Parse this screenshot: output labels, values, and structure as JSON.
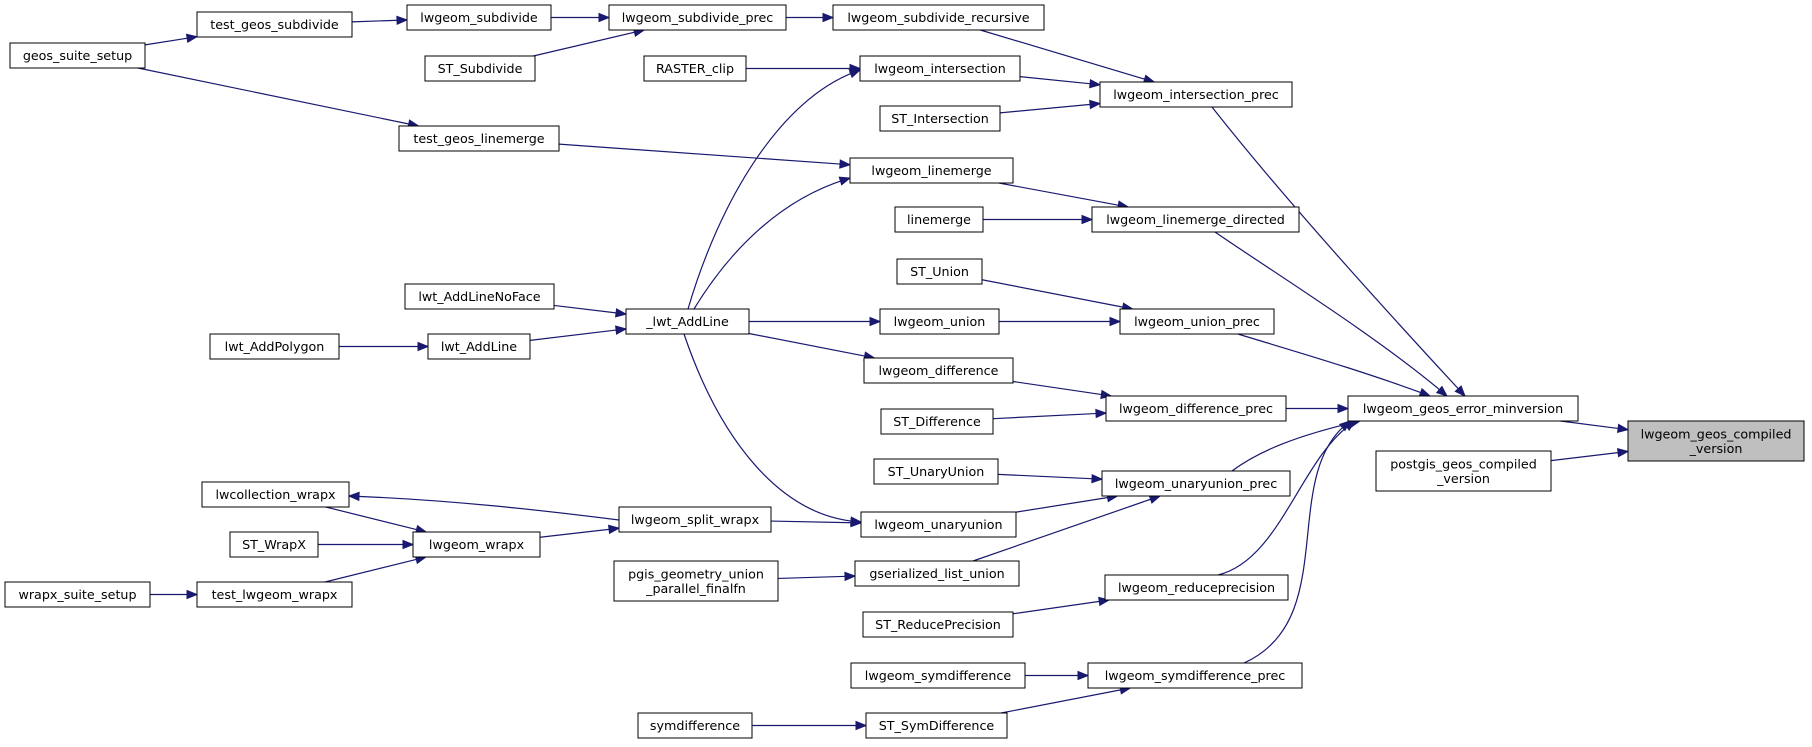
{
  "diagram": {
    "type": "doxygen-caller-graph",
    "edge_color": "#191970",
    "root_fill": "#bfbfbf",
    "nodes": [
      {
        "id": "root",
        "lines": [
          "lwgeom_geos_compiled",
          "_version"
        ],
        "root": true
      },
      {
        "id": "errminv",
        "lines": [
          "lwgeom_geos_error_minversion"
        ]
      },
      {
        "id": "pgcompv",
        "lines": [
          "postgis_geos_compiled",
          "_version"
        ]
      },
      {
        "id": "intprec",
        "lines": [
          "lwgeom_intersection_prec"
        ]
      },
      {
        "id": "lmdir",
        "lines": [
          "lwgeom_linemerge_directed"
        ]
      },
      {
        "id": "unprec",
        "lines": [
          "lwgeom_union_prec"
        ]
      },
      {
        "id": "diffprec",
        "lines": [
          "lwgeom_difference_prec"
        ]
      },
      {
        "id": "uuprec",
        "lines": [
          "lwgeom_unaryunion_prec"
        ]
      },
      {
        "id": "redprec",
        "lines": [
          "lwgeom_reduceprecision"
        ]
      },
      {
        "id": "symprec",
        "lines": [
          "lwgeom_symdifference_prec"
        ]
      },
      {
        "id": "subrec",
        "lines": [
          "lwgeom_subdivide_recursive"
        ]
      },
      {
        "id": "subprec",
        "lines": [
          "lwgeom_subdivide_prec"
        ]
      },
      {
        "id": "lwsub",
        "lines": [
          "lwgeom_subdivide"
        ]
      },
      {
        "id": "tgsub",
        "lines": [
          "test_geos_subdivide"
        ]
      },
      {
        "id": "gss",
        "lines": [
          "geos_suite_setup"
        ]
      },
      {
        "id": "stsub",
        "lines": [
          "ST_Subdivide"
        ]
      },
      {
        "id": "lwint",
        "lines": [
          "lwgeom_intersection"
        ]
      },
      {
        "id": "rclip",
        "lines": [
          "RASTER_clip"
        ]
      },
      {
        "id": "stint",
        "lines": [
          "ST_Intersection"
        ]
      },
      {
        "id": "tglm",
        "lines": [
          "test_geos_linemerge"
        ]
      },
      {
        "id": "lwlm",
        "lines": [
          "lwgeom_linemerge"
        ]
      },
      {
        "id": "linemerge",
        "lines": [
          "linemerge"
        ]
      },
      {
        "id": "stunion",
        "lines": [
          "ST_Union"
        ]
      },
      {
        "id": "lwunion",
        "lines": [
          "lwgeom_union"
        ]
      },
      {
        "id": "addline",
        "lines": [
          "_lwt_AddLine"
        ]
      },
      {
        "id": "addlnf",
        "lines": [
          "lwt_AddLineNoFace"
        ]
      },
      {
        "id": "lwtadd",
        "lines": [
          "lwt_AddLine"
        ]
      },
      {
        "id": "addpoly",
        "lines": [
          "lwt_AddPolygon"
        ]
      },
      {
        "id": "lwdiff",
        "lines": [
          "lwgeom_difference"
        ]
      },
      {
        "id": "stdiff",
        "lines": [
          "ST_Difference"
        ]
      },
      {
        "id": "stuu",
        "lines": [
          "ST_UnaryUnion"
        ]
      },
      {
        "id": "lwuu",
        "lines": [
          "lwgeom_unaryunion"
        ]
      },
      {
        "id": "split",
        "lines": [
          "lwgeom_split_wrapx"
        ]
      },
      {
        "id": "lwcw",
        "lines": [
          "lwcollection_wrapx"
        ]
      },
      {
        "id": "lwwrap",
        "lines": [
          "lwgeom_wrapx"
        ]
      },
      {
        "id": "stwrap",
        "lines": [
          "ST_WrapX"
        ]
      },
      {
        "id": "tlw",
        "lines": [
          "test_lwgeom_wrapx"
        ]
      },
      {
        "id": "wss",
        "lines": [
          "wrapx_suite_setup"
        ]
      },
      {
        "id": "gslu",
        "lines": [
          "gserialized_list_union"
        ]
      },
      {
        "id": "pguf",
        "lines": [
          "pgis_geometry_union",
          "_parallel_finalfn"
        ]
      },
      {
        "id": "strp",
        "lines": [
          "ST_ReducePrecision"
        ]
      },
      {
        "id": "lwsym",
        "lines": [
          "lwgeom_symdifference"
        ]
      },
      {
        "id": "stsym",
        "lines": [
          "ST_SymDifference"
        ]
      },
      {
        "id": "symd",
        "lines": [
          "symdifference"
        ]
      }
    ],
    "edges": [
      {
        "from": "errminv",
        "to": "root"
      },
      {
        "from": "pgcompv",
        "to": "root"
      },
      {
        "from": "intprec",
        "to": "errminv"
      },
      {
        "from": "lmdir",
        "to": "errminv"
      },
      {
        "from": "unprec",
        "to": "errminv"
      },
      {
        "from": "diffprec",
        "to": "errminv"
      },
      {
        "from": "uuprec",
        "to": "errminv"
      },
      {
        "from": "redprec",
        "to": "errminv"
      },
      {
        "from": "symprec",
        "to": "errminv"
      },
      {
        "from": "subrec",
        "to": "intprec"
      },
      {
        "from": "subprec",
        "to": "subrec"
      },
      {
        "from": "lwsub",
        "to": "subprec"
      },
      {
        "from": "tgsub",
        "to": "lwsub"
      },
      {
        "from": "gss",
        "to": "tgsub"
      },
      {
        "from": "stsub",
        "to": "subprec"
      },
      {
        "from": "lwint",
        "to": "intprec"
      },
      {
        "from": "rclip",
        "to": "lwint"
      },
      {
        "from": "stint",
        "to": "intprec"
      },
      {
        "from": "addline",
        "to": "lwint"
      },
      {
        "from": "gss",
        "to": "tglm"
      },
      {
        "from": "tglm",
        "to": "lwlm"
      },
      {
        "from": "lwlm",
        "to": "lmdir"
      },
      {
        "from": "addline",
        "to": "lwlm"
      },
      {
        "from": "linemerge",
        "to": "lmdir"
      },
      {
        "from": "stunion",
        "to": "unprec"
      },
      {
        "from": "lwunion",
        "to": "unprec"
      },
      {
        "from": "addline",
        "to": "lwunion"
      },
      {
        "from": "addlnf",
        "to": "addline"
      },
      {
        "from": "lwtadd",
        "to": "addline"
      },
      {
        "from": "addpoly",
        "to": "lwtadd"
      },
      {
        "from": "lwdiff",
        "to": "diffprec"
      },
      {
        "from": "addline",
        "to": "lwdiff"
      },
      {
        "from": "stdiff",
        "to": "diffprec"
      },
      {
        "from": "stuu",
        "to": "uuprec"
      },
      {
        "from": "lwuu",
        "to": "uuprec"
      },
      {
        "from": "addline",
        "to": "lwuu"
      },
      {
        "from": "split",
        "to": "lwuu"
      },
      {
        "from": "split",
        "to": "lwcw"
      },
      {
        "from": "lwwrap",
        "to": "split"
      },
      {
        "from": "lwcw",
        "to": "lwwrap"
      },
      {
        "from": "stwrap",
        "to": "lwwrap"
      },
      {
        "from": "tlw",
        "to": "lwwrap"
      },
      {
        "from": "wss",
        "to": "tlw"
      },
      {
        "from": "gslu",
        "to": "uuprec"
      },
      {
        "from": "pguf",
        "to": "gslu"
      },
      {
        "from": "strp",
        "to": "redprec"
      },
      {
        "from": "lwsym",
        "to": "symprec"
      },
      {
        "from": "stsym",
        "to": "symprec"
      },
      {
        "from": "symd",
        "to": "stsym"
      }
    ]
  }
}
